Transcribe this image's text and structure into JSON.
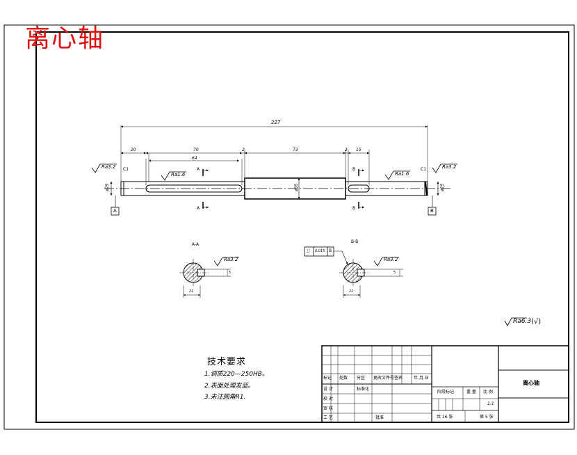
{
  "stamp": "离心轴",
  "drawing": {
    "overall_length": "227",
    "segments": [
      "20",
      "70",
      "2",
      "73",
      "3",
      "15"
    ],
    "key_length_1": "64",
    "dia_left": "ø25",
    "dia_mid": "ø35",
    "dia_right": "ø25",
    "chamfer_left": "C1",
    "chamfer_right": "C1",
    "rough_end_left": "Ra3.2",
    "rough_end_right": "Ra3.2",
    "rough_key_left": "Ra1.6",
    "rough_key_right": "Ra1.6",
    "datum_a": "A",
    "datum_b": "B",
    "cut_a": "A",
    "cut_b": "B",
    "section_a_title": "A-A",
    "section_b_title": "B-B",
    "section_rough": "Ra3.2",
    "section_dim_a": "21",
    "section_dim_b": "21",
    "key_width": "5",
    "tol_symbol": "⌰",
    "tol_value": "0.015",
    "tol_datum": "B",
    "general_rough": "Ra6.3",
    "general_rough_paren": "(√)"
  },
  "tech": {
    "title": "技术要求",
    "items": [
      "1.调质220—250HB。",
      "2.表面处理发蓝。",
      "3.未注圆角R1."
    ]
  },
  "title_block": {
    "part_name": "离心轴",
    "row_header": [
      "标记",
      "处数",
      "分区",
      "更改文件号",
      "签名",
      "年.月.日"
    ],
    "design": "设 计",
    "check": "校 对",
    "review": "审 核",
    "craft": "工 艺",
    "standard": "标准化",
    "approve": "批准",
    "stage": "阶段标记",
    "weight": "重 量",
    "scale": "比 例",
    "scale_value": "1:1",
    "sheets_total": "共 16 张",
    "sheet_no": "第 5 张"
  }
}
